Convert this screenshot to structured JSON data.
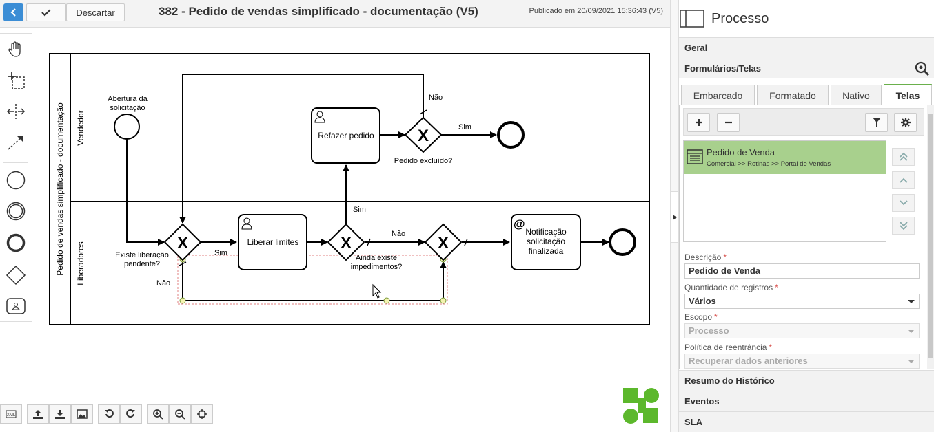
{
  "toolbar": {
    "discard_label": "Descartar",
    "title": "382 - Pedido de vendas simplificado - documentação (V5)",
    "published": "Publicado em 20/09/2021 15:36:43 (V5)"
  },
  "palette": {
    "items": [
      "hand-tool-icon",
      "lasso-tool-icon",
      "space-tool-icon",
      "connect-tool-icon",
      "start-event-icon",
      "intermediate-event-icon",
      "end-event-icon",
      "gateway-icon",
      "task-icon"
    ]
  },
  "diagram": {
    "pool_label": "Pedido de vendas simplificado - documentação",
    "lanes": [
      "Vendedor",
      "Liberadores"
    ],
    "start_event_label_1": "Abertura da",
    "start_event_label_2": "solicitação",
    "task_refazer": "Refazer pedido",
    "gateway_excluido_label": "Pedido excluído?",
    "flow_nao_top": "Não",
    "flow_sim_top": "Sim",
    "gateway_liberacao_label_1": "Existe liberação",
    "gateway_liberacao_label_2": "pendente?",
    "flow_sim_1": "Sim",
    "flow_nao_1": "Não",
    "task_liberar": "Liberar limites",
    "flow_sim_up": "Sim",
    "flow_nao_2": "Não",
    "gateway_impedimentos_label_1": "Ainda existe",
    "gateway_impedimentos_label_2": "impedimentos?",
    "task_notificacao_1": "Notificação",
    "task_notificacao_2": "solicitação",
    "task_notificacao_3": "finalizada",
    "at_symbol": "@"
  },
  "bottom_tools": [
    "xml-icon",
    "upload-icon",
    "download-icon",
    "image-icon",
    "undo-icon",
    "redo-icon",
    "zoom-in-icon",
    "zoom-out-icon",
    "fit-icon"
  ],
  "panel": {
    "title": "Processo",
    "sections": {
      "geral": "Geral",
      "formularios": "Formulários/Telas",
      "resumo": "Resumo do Histórico",
      "eventos": "Eventos",
      "sla": "SLA"
    },
    "tabs": [
      "Embarcado",
      "Formatado",
      "Nativo",
      "Telas"
    ],
    "active_tab": "Telas",
    "list_item": {
      "title": "Pedido de Venda",
      "path": "Comercial >> Rotinas >> Portal de Vendas"
    },
    "fields": {
      "descricao_label": "Descrição",
      "descricao_value": "Pedido de Venda",
      "quantidade_label": "Quantidade de registros",
      "quantidade_value": "Vários",
      "escopo_label": "Escopo",
      "escopo_value": "Processo",
      "politica_label": "Política de reentrância",
      "politica_value": "Recuperar dados anteriores"
    },
    "required_mark": "*"
  },
  "colors": {
    "accent_blue": "#3b8dd5",
    "selected_green": "#a8d08d",
    "logo_green": "#5cb82c",
    "tab_active": "#6ab04c"
  }
}
